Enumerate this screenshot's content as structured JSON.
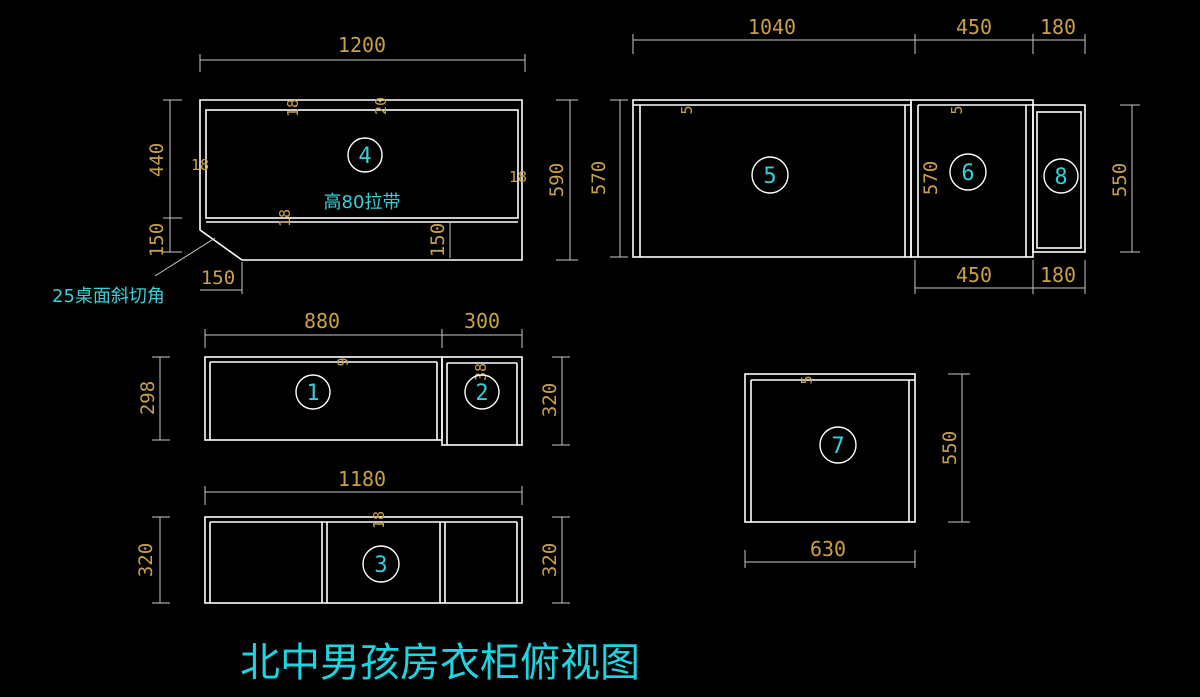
{
  "title": "北中男孩房衣柜俯视图",
  "colors": {
    "background": "#000000",
    "lines": "#ffffff",
    "dimension_text": "#c9a04a",
    "cyan_text": "#36d0d8"
  },
  "panel_4": {
    "id": "4",
    "dims": {
      "width": "1200",
      "h440": "440",
      "h150_left": "150",
      "depth": "590",
      "w150_bottom": "150",
      "t18_a": "18",
      "t20": "20",
      "t18_left": "18",
      "t18_right": "18",
      "t18_mid": "18",
      "h150_inner": "150"
    },
    "note_strap": "高80拉带",
    "note_bevel": "25桌面斜切角"
  },
  "panel_5_6_8": {
    "ids": {
      "p5": "5",
      "p6": "6",
      "p8": "8"
    },
    "dims": {
      "w1040": "1040",
      "w450_top": "450",
      "w180_top": "180",
      "h570_left": "570",
      "h570_mid": "570",
      "h550_right": "550",
      "w450_bottom": "450",
      "w180_bottom": "180",
      "t5_a": "5",
      "t5_b": "5"
    }
  },
  "panel_1_2": {
    "ids": {
      "p1": "1",
      "p2": "2"
    },
    "dims": {
      "w880": "880",
      "w300": "300",
      "h298": "298",
      "h320": "320",
      "t9": "9",
      "t38": "38"
    }
  },
  "panel_3": {
    "id": "3",
    "dims": {
      "w1180": "1180",
      "h320_left": "320",
      "h320_right": "320",
      "t18": "18"
    }
  },
  "panel_7": {
    "id": "7",
    "dims": {
      "w630": "630",
      "h550": "550",
      "t5": "5"
    }
  }
}
